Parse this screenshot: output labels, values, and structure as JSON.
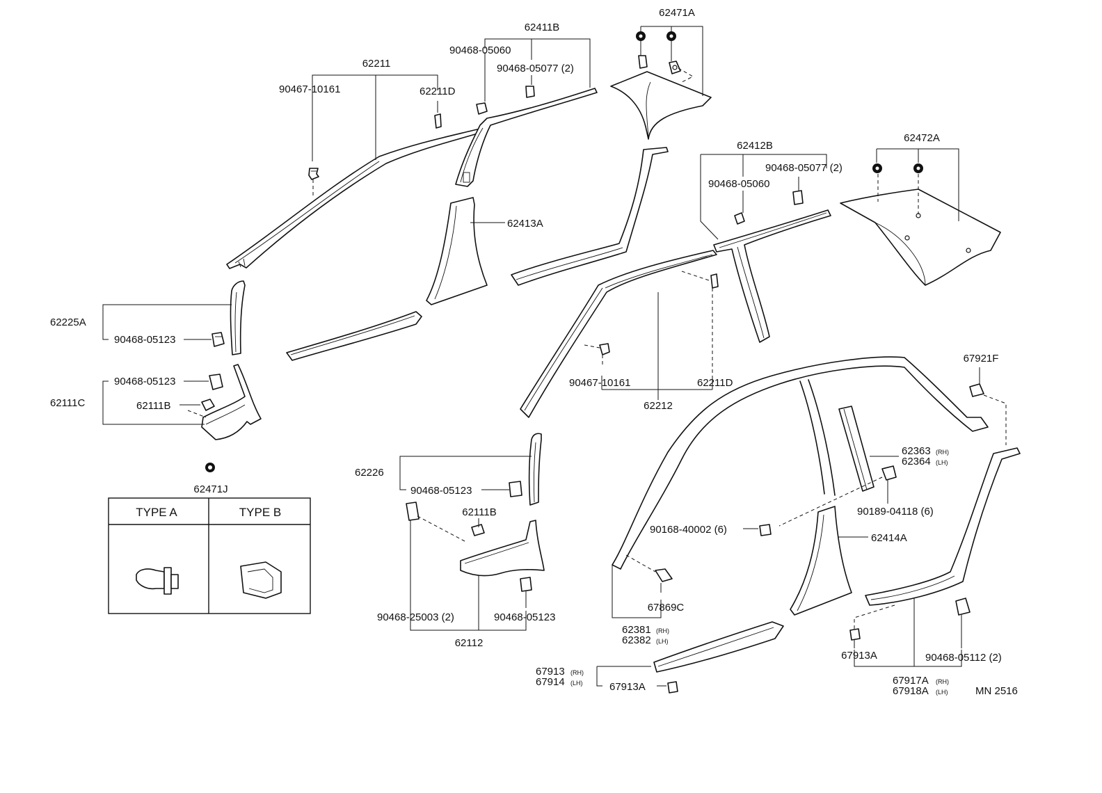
{
  "diagram": {
    "code": "MN 2516",
    "legend": {
      "col_a": "TYPE A",
      "col_b": "TYPE B"
    },
    "labels": {
      "p62211": "62211",
      "p90467_10161_a": "90467-10161",
      "p62211D_a": "62211D",
      "p62411B": "62411B",
      "p90468_05060_a": "90468-05060",
      "p90468_05077_a": "90468-05077 (2)",
      "p62471A": "62471A",
      "p62413A": "62413A",
      "p62412B": "62412B",
      "p90468_05077_b": "90468-05077 (2)",
      "p90468_05060_b": "90468-05060",
      "p62472A": "62472A",
      "p62225A": "62225A",
      "p90468_05123_a": "90468-05123",
      "p90468_05123_b": "90468-05123",
      "p62111C": "62111C",
      "p62111B_a": "62111B",
      "p62471J": "62471J",
      "p90467_10161_b": "90467-10161",
      "p62211D_b": "62211D",
      "p62212": "62212",
      "p67921F": "67921F",
      "p62226": "62226",
      "p90468_05123_c": "90468-05123",
      "p62111B_b": "62111B",
      "p90468_25003": "90468-25003 (2)",
      "p90468_05123_d": "90468-05123",
      "p62112": "62112",
      "p62363": "62363",
      "p62363_side": "(RH)",
      "p62364": "62364",
      "p62364_side": "(LH)",
      "p90189_04118": "90189-04118 (6)",
      "p90168_40002": "90168-40002 (6)",
      "p62414A": "62414A",
      "p67869C": "67869C",
      "p62381": "62381",
      "p62381_side": "(RH)",
      "p62382": "62382",
      "p62382_side": "(LH)",
      "p67913A_a": "67913A",
      "p90468_05112": "90468-05112 (2)",
      "p67913": "67913",
      "p67913_side": "(RH)",
      "p67914": "67914",
      "p67914_side": "(LH)",
      "p67913A_b": "67913A",
      "p67917A": "67917A",
      "p67917A_side": "(RH)",
      "p67918A": "67918A",
      "p67918A_side": "(LH)"
    }
  }
}
